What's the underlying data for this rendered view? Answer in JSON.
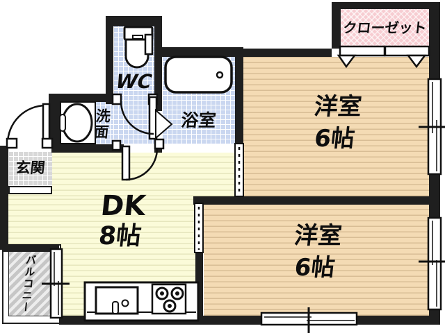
{
  "plan": {
    "type": "japanese-apartment-floorplan",
    "rooms": {
      "wc": {
        "label": "WC"
      },
      "washroom": {
        "label": "洗面"
      },
      "bathroom": {
        "label": "浴室"
      },
      "closet": {
        "label": "クローゼット"
      },
      "bedroom_top": {
        "label": "洋室",
        "size": "6帖"
      },
      "bedroom_bottom": {
        "label": "洋室",
        "size": "6帖"
      },
      "dining_kitchen": {
        "label": "DK",
        "size": "8帖"
      },
      "entrance": {
        "label": "玄関"
      },
      "balcony": {
        "label": "バルコニー"
      }
    },
    "fixtures": [
      "toilet",
      "bathtub",
      "wash-basin",
      "kitchen-sink",
      "gas-stove",
      "closet-double-doors",
      "sliding-door",
      "windows",
      "door-swing-arcs"
    ],
    "colors": {
      "wall": "#1f1f1f",
      "wet_area_floor": "#cad7f0",
      "closet_floor": "#f7cdd2",
      "bedroom_floor": "#f4dbb4",
      "dk_floor": "#fbfbd9",
      "entrance_floor": "#d8d8d8",
      "balcony_stripe": "#c6c6c6"
    }
  }
}
